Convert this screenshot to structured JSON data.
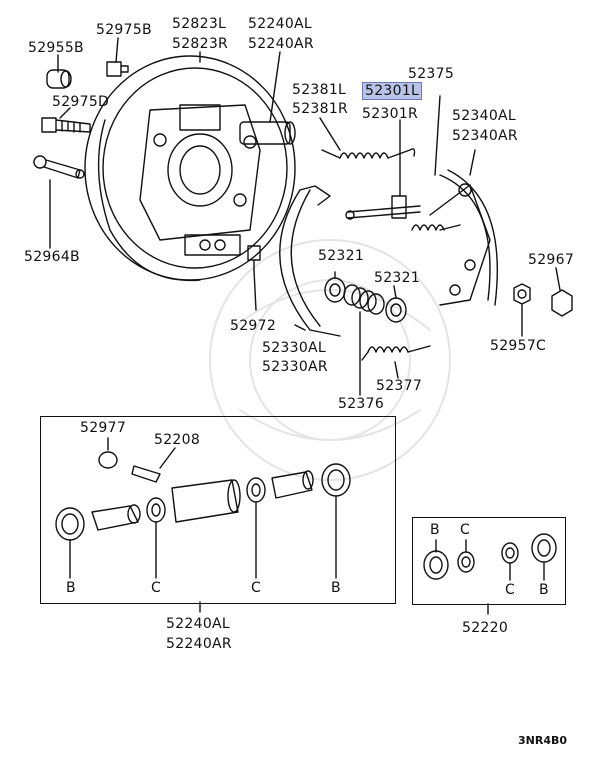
{
  "labels": {
    "p52955B": "52955B",
    "p52975B": "52975B",
    "p52823L": "52823L",
    "p52823R": "52823R",
    "p52240AL_top": "52240AL",
    "p52240AR_top": "52240AR",
    "p52975D": "52975D",
    "p52964B": "52964B",
    "p52375": "52375",
    "p52381L": "52381L",
    "p52381R": "52381R",
    "p52301L": "52301L",
    "p52301R": "52301R",
    "p52340AL": "52340AL",
    "p52340AR": "52340AR",
    "p52321a": "52321",
    "p52321b": "52321",
    "p52967": "52967",
    "p52972": "52972",
    "p52330AL": "52330AL",
    "p52330AR": "52330AR",
    "p52957C": "52957C",
    "p52377": "52377",
    "p52376": "52376",
    "p52977": "52977",
    "p52208": "52208",
    "p52240AL_bottom": "52240AL",
    "p52240AR_bottom": "52240AR",
    "p52220": "52220",
    "ref_code": "3NR4B0"
  },
  "letters": {
    "b1": "B",
    "c1": "C",
    "c2": "C",
    "b2": "B",
    "b3": "B",
    "c3": "C",
    "c4": "C",
    "b4": "B"
  },
  "colors": {
    "highlight": "#b9c3e8",
    "line": "#111111"
  }
}
